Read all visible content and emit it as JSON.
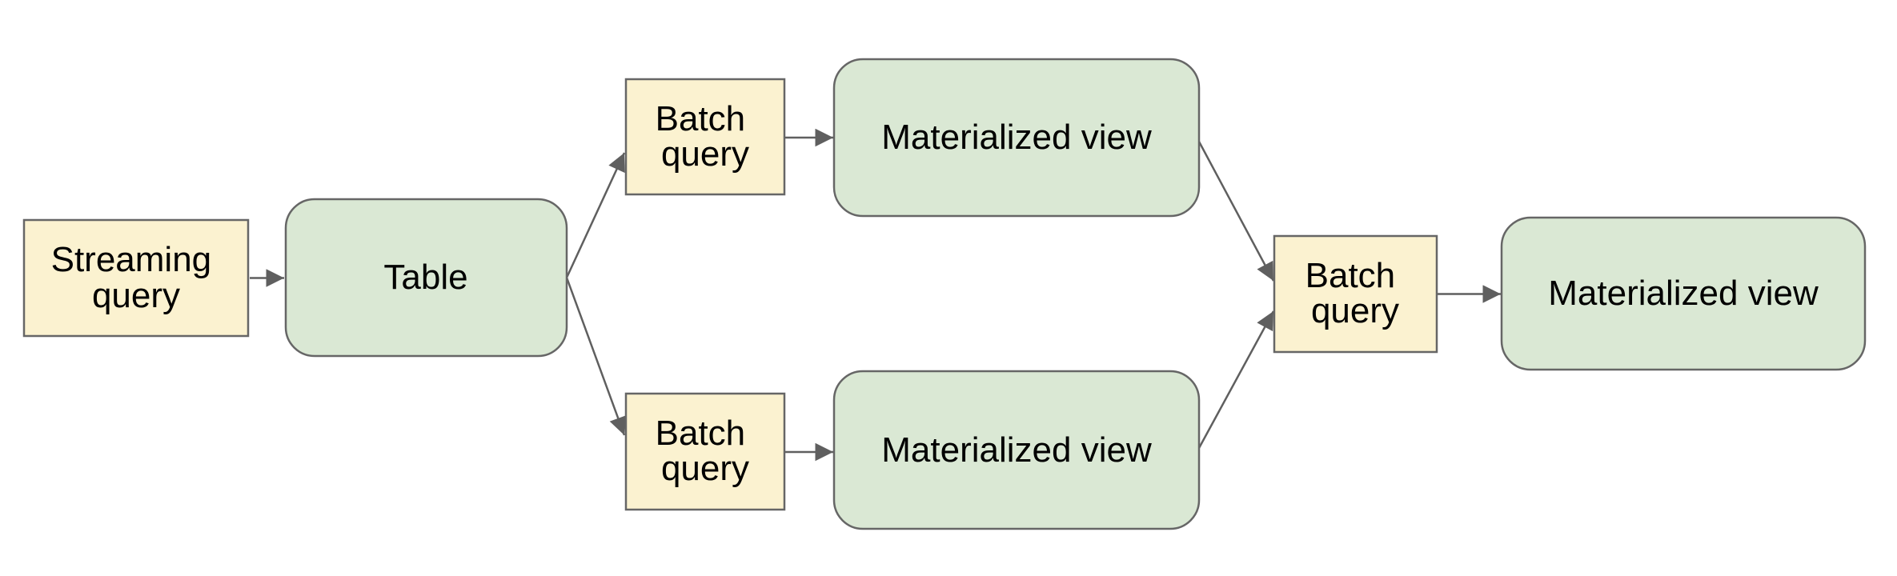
{
  "diagram": {
    "type": "flowchart",
    "background": "#ffffff",
    "colors": {
      "query_fill": "#fbf2d0",
      "view_fill": "#dae8d4",
      "box_border": "#666666",
      "connector": "#5f5f5f",
      "label_text": "#000000"
    },
    "nodes": {
      "streaming_query": {
        "kind": "query",
        "line1": "Streaming",
        "line2": "query"
      },
      "table": {
        "kind": "table",
        "label": "Table"
      },
      "batch_query_top": {
        "kind": "query",
        "line1": "Batch",
        "line2": "query"
      },
      "materialized_view_top": {
        "kind": "view",
        "label": "Materialized view"
      },
      "batch_query_bottom": {
        "kind": "query",
        "line1": "Batch",
        "line2": "query"
      },
      "materialized_view_bottom": {
        "kind": "view",
        "label": "Materialized view"
      },
      "batch_query_right": {
        "kind": "query",
        "line1": "Batch",
        "line2": "query"
      },
      "materialized_view_right": {
        "kind": "view",
        "label": "Materialized view"
      }
    },
    "edges": [
      {
        "from": "streaming_query",
        "to": "table"
      },
      {
        "from": "table",
        "to": "batch_query_top"
      },
      {
        "from": "table",
        "to": "batch_query_bottom"
      },
      {
        "from": "batch_query_top",
        "to": "materialized_view_top"
      },
      {
        "from": "batch_query_bottom",
        "to": "materialized_view_bottom"
      },
      {
        "from": "materialized_view_top",
        "to": "batch_query_right"
      },
      {
        "from": "materialized_view_bottom",
        "to": "batch_query_right"
      },
      {
        "from": "batch_query_right",
        "to": "materialized_view_right"
      }
    ]
  }
}
